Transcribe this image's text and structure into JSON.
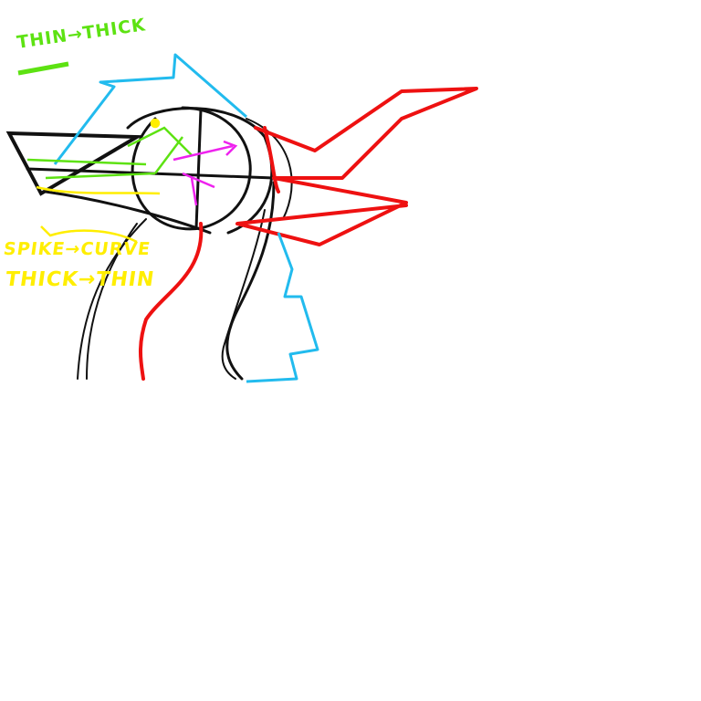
{
  "annotations": {
    "top_note": "THIN→THICK",
    "left_note_line1": "SPIKE→CURVE",
    "left_note_line2": "THICK→THIN"
  },
  "colors": {
    "outline": "#111111",
    "red": "#ee1111",
    "blue": "#22bbee",
    "green": "#5de212",
    "yellow": "#ffee00",
    "magenta": "#ee22ee"
  }
}
